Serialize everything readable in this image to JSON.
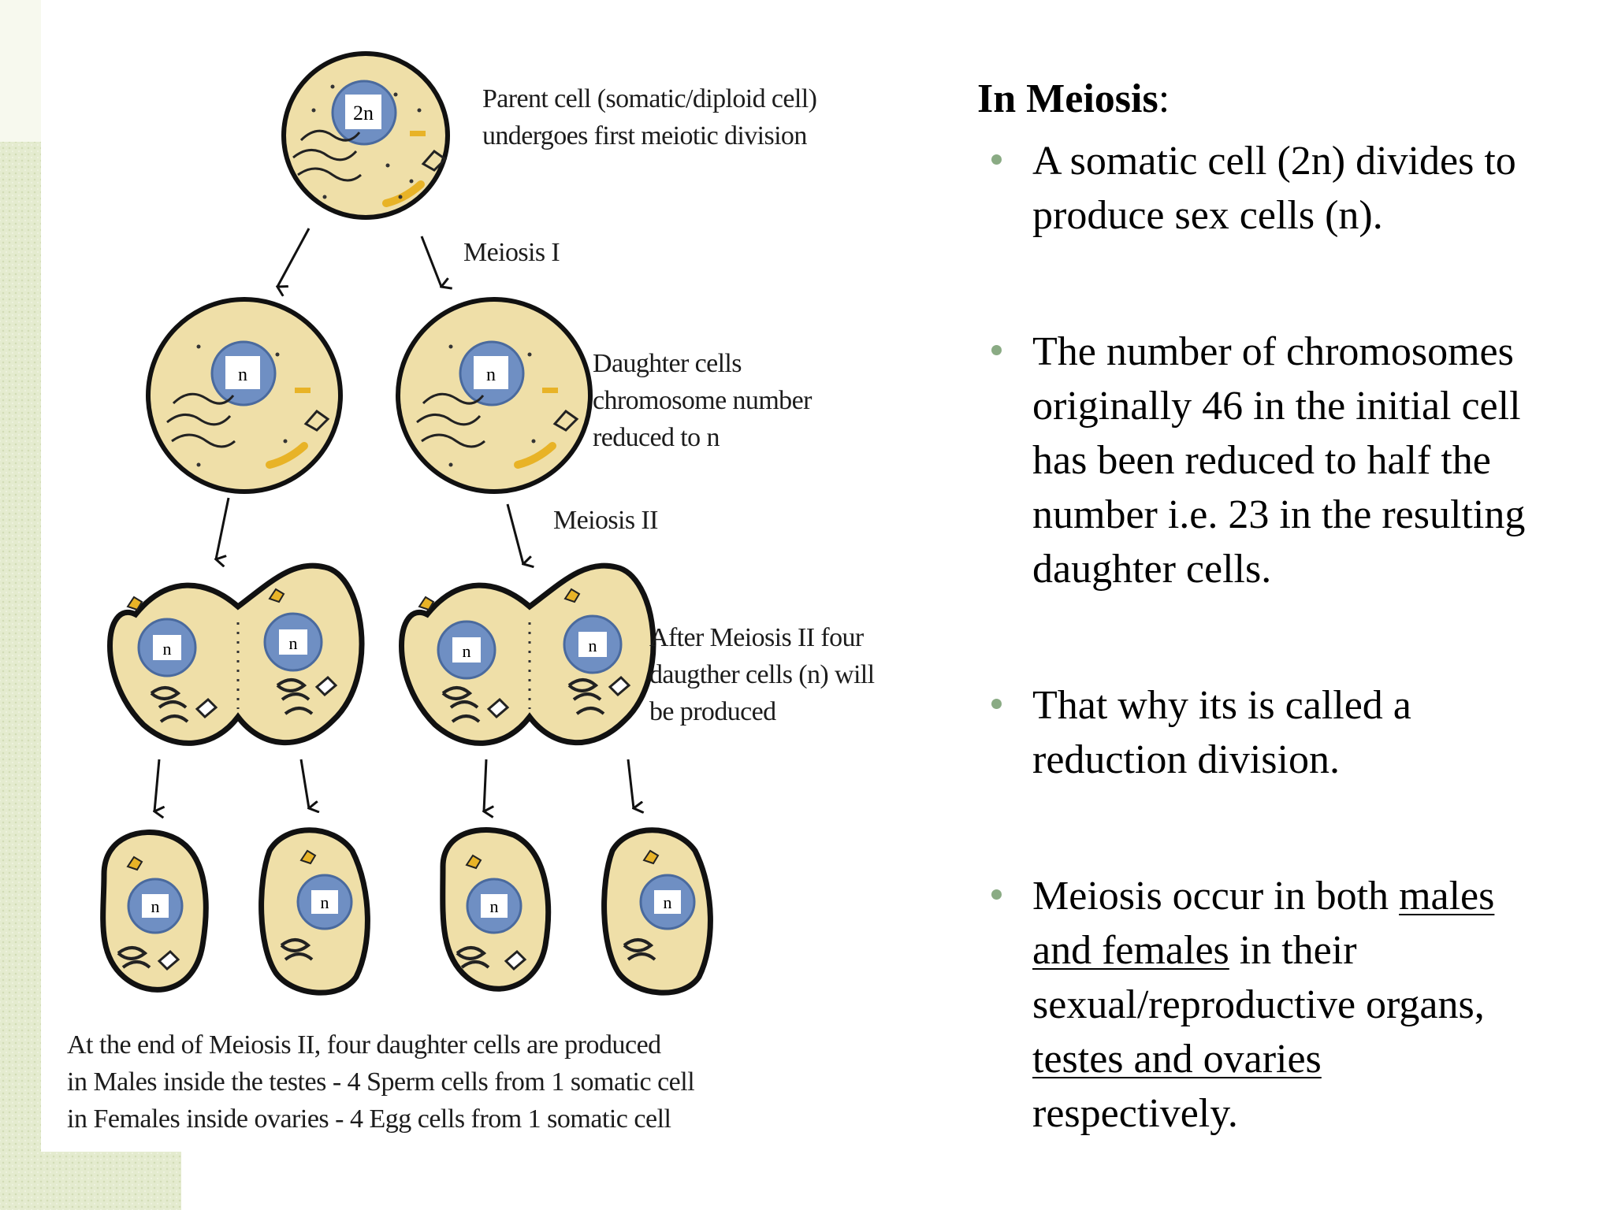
{
  "diagram": {
    "cell_labels": {
      "parent": "2n",
      "daughter": "n"
    },
    "parent_note": [
      "Parent cell (somatic/diploid cell)",
      "undergoes first meiotic division"
    ],
    "meiosis1_label": "Meiosis I",
    "daughter_note": [
      "Daughter cells",
      "chromosome number",
      "reduced to n"
    ],
    "meiosis2_label": "Meiosis II",
    "after_note": [
      "After Meiosis II four",
      "daugther cells (n) will",
      "be produced"
    ],
    "footer": [
      "At the end of Meiosis II, four daughter cells are produced",
      "in Males inside the testes - 4 Sperm cells from 1 somatic cell",
      "in Females inside ovaries - 4 Egg cells from 1 somatic cell"
    ]
  },
  "text": {
    "heading_bold": "In Meiosis",
    "heading_suffix": ":",
    "bullets": [
      {
        "lines": [
          "A somatic cell (2n) divides to",
          "produce sex cells (n)."
        ]
      },
      {
        "lines": [
          "The number of chromosomes",
          "originally 46 in the initial cell",
          "has been reduced to half the",
          "number i.e. 23 in the resulting",
          "daughter cells."
        ]
      },
      {
        "lines": [
          "That why its is called a",
          "reduction division."
        ]
      },
      {
        "line1_pre": "Meiosis occur in both ",
        "line1_u": "males",
        "line2_u": "and females",
        "line2_post": " in their",
        "line3": "sexual/reproductive organs,",
        "line4_u": "testes and ovaries",
        "line5": "respectively."
      }
    ]
  },
  "colors": {
    "cell_fill": "#efdfa8",
    "nucleus_blue": "#6f8fc3",
    "bullet_dot": "#8aab84",
    "side_pattern": "#e4ebcf",
    "organelle_yellow": "#e8b327"
  }
}
